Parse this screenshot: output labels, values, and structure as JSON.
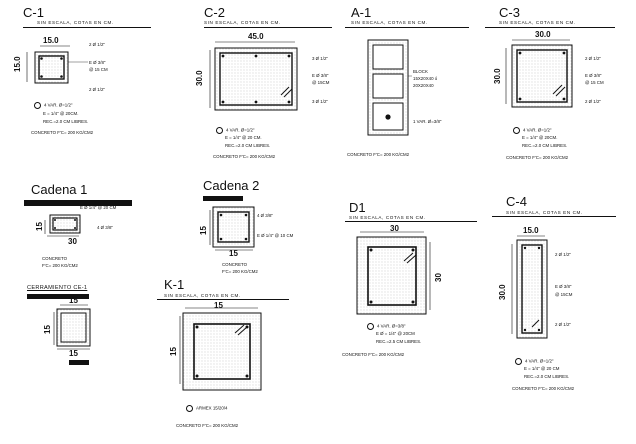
{
  "c1": {
    "title": "C-1",
    "subtitle": "SIN ESCALA, COTAS EN CM.",
    "dim_w": "15.0",
    "dim_h": "15.0",
    "bars_top": "2 Ø 1/2\"",
    "stirrups": "E Ø 3/8\"",
    "spacing": "@ 15 CM",
    "bars_bottom": "2 Ø 1/2\"",
    "spec_bars": "4 VAR. Ø=1/2\"",
    "spec_stirrup": "E = 1/4\" @ 20CM.",
    "spec_rec": "REC.=2.0 CM LIBRES.",
    "concrete": "CONCRETO F'C= 200 KG/CM2"
  },
  "c2": {
    "title": "C-2",
    "subtitle": "SIN ESCALA, COTAS EN CM.",
    "dim_w": "45.0",
    "dim_h": "30.0",
    "bars_top": "3 Ø 1/2\"",
    "stirrups": "E Ø 3/8\"",
    "spacing": "@ 15CM",
    "bars_bottom": "3 Ø 1/2\"",
    "spec_bars": "4 VAR. Ø=1/2\"",
    "spec_stirrup": "E = 1/4\" @ 20 CM.",
    "spec_rec": "REC.=2.0 CM LIBRES.",
    "concrete": "CONCRETO F'C= 200 KG/CM2"
  },
  "a1": {
    "title": "A-1",
    "subtitle": "SIN ESCALA, COTAS EN CM.",
    "block_label": "BLOCK",
    "block_size1": "15X20X40 ó",
    "block_size2": "20X20X40",
    "var_label": "1 VAR. Ø=3/8\"",
    "concrete": "CONCRETO F'C= 200 KG/CM2"
  },
  "c3": {
    "title": "C-3",
    "subtitle": "SIN ESCALA, COTAS EN CM.",
    "dim_w": "30.0",
    "dim_h": "30.0",
    "bars_top": "2 Ø 1/2\"",
    "stirrups": "E Ø 3/8\"",
    "spacing": "@ 15 CM",
    "bars_bottom": "2 Ø 1/2\"",
    "spec_bars": "4 VAR. Ø=1/2\"",
    "spec_stirrup": "E = 1/4\" @ 20CM.",
    "spec_rec": "REC.=2.0 CM LIBRES.",
    "concrete": "CONCRETO F'C= 200 KG/CM2"
  },
  "cadena1": {
    "title": "Cadena 1",
    "stirrup": "E Ø 1/4\" @ 20 CM",
    "bars": "4 Ø 3/8\"",
    "dim_w": "30",
    "dim_h": "15",
    "concrete1": "CONCRETO",
    "concrete2": "F'C= 200 KG/CM2"
  },
  "cadena2": {
    "title": "Cadena 2",
    "bars": "4 Ø 3/8\"",
    "stirrup": "E Ø 1/4\" @ 10 CM",
    "dim_w": "15",
    "dim_h": "15",
    "concrete1": "CONCRETO",
    "concrete2": "F'C= 200 KG/CM2"
  },
  "ce1": {
    "title": "CERRAMIENTO CE-1",
    "dim_w": "15",
    "dim_h": "15"
  },
  "k1": {
    "title": "K-1",
    "subtitle": "SIN ESCALA, COTAS EN CM.",
    "dim_w": "15",
    "dim_h": "15",
    "armex": "ARMEX 15/20/4",
    "concrete": "CONCRETO F'C= 200 KG/CM2"
  },
  "d1": {
    "title": "D1",
    "subtitle": "SIN ESCALA, COTAS EN CM.",
    "dim_w": "30",
    "dim_h": "30",
    "spec_bars": "4 VAR. Ø=3/8\"",
    "spec_stirrup": "E Ø = 1/4\" @ 20CM",
    "spec_rec": "REC.=2.5 CM LIBRES.",
    "concrete": "CONCRETO F'C= 200 KG/CM2"
  },
  "c4": {
    "title": "C-4",
    "subtitle": "SIN ESCALA, COTAS EN CM.",
    "dim_w": "15.0",
    "dim_h": "30.0",
    "bars_top": "2 Ø 1/2\"",
    "stirrups": "E Ø 3/8\"",
    "spacing": "@ 15CM",
    "bars_bottom": "2 Ø 1/2\"",
    "spec_bars": "4 VAR. Ø=1/2\"",
    "spec_stirrup": "E = 1/4\" @ 20 CM",
    "spec_rec": "REC.=2.0 CM LIBRES.",
    "concrete": "CONCRETO F'C= 200 KG/CM2"
  }
}
